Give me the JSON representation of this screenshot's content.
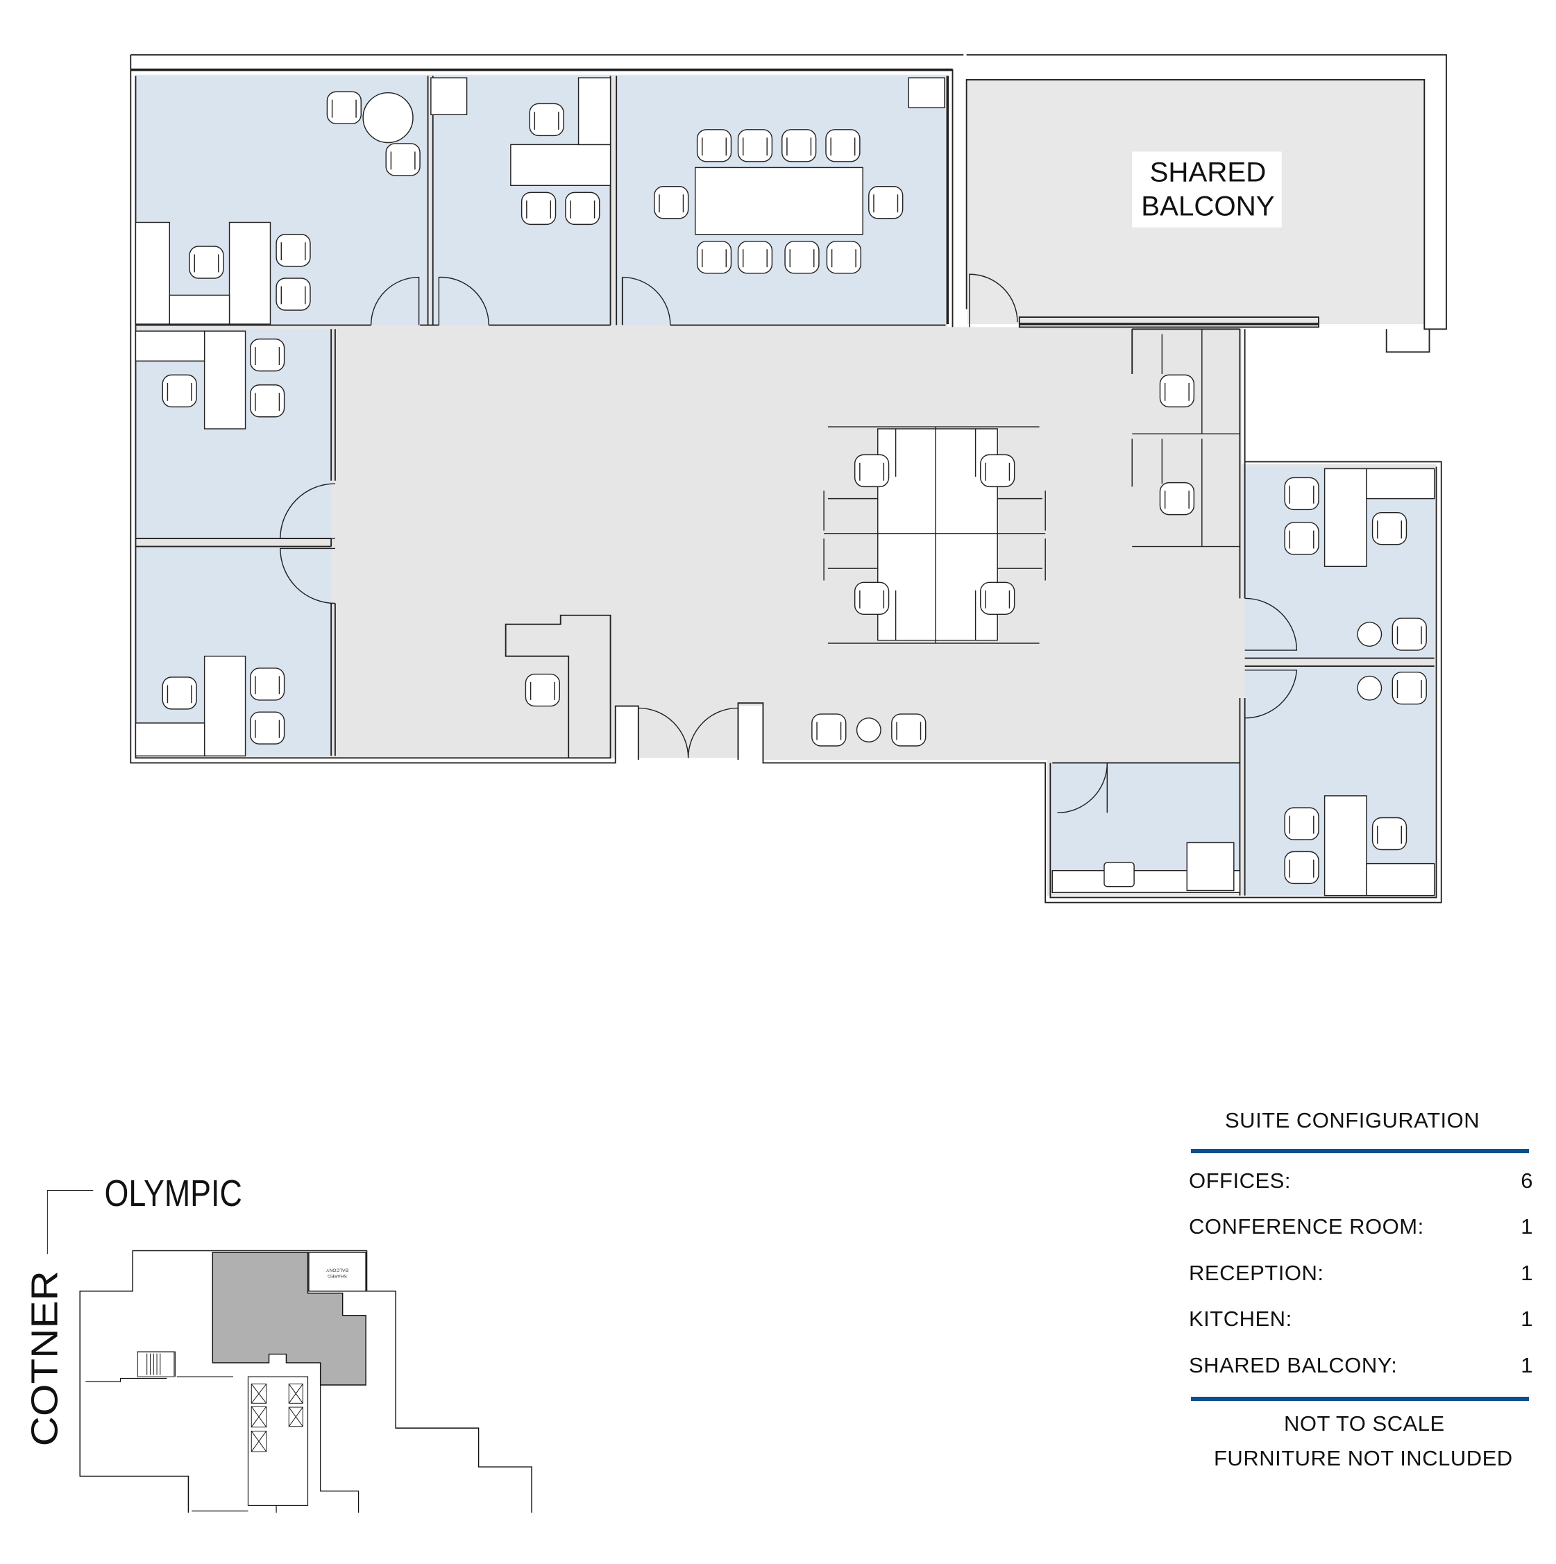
{
  "plan": {
    "balcony_label_line1": "SHARED",
    "balcony_label_line2": "BALCONY"
  },
  "key_plan": {
    "street_top": "OLYMPIC",
    "street_left": "COTNER",
    "balcony_label_line1": "SHARED",
    "balcony_label_line2": "BALCONY"
  },
  "suite_configuration": {
    "title": "SUITE CONFIGURATION",
    "rows": [
      {
        "label": "OFFICES:",
        "value": "6"
      },
      {
        "label": "CONFERENCE ROOM:",
        "value": "1"
      },
      {
        "label": "RECEPTION:",
        "value": "1"
      },
      {
        "label": "KITCHEN:",
        "value": "1"
      },
      {
        "label": "SHARED BALCONY:",
        "value": "1"
      }
    ],
    "note1": "NOT TO SCALE",
    "note2": "FURNITURE NOT INCLUDED"
  },
  "colors": {
    "office_fill": "#dae4ef",
    "common_fill": "#e6e6e6",
    "rule_blue": "#0b4f8f",
    "key_highlight": "#b0b0b0"
  }
}
